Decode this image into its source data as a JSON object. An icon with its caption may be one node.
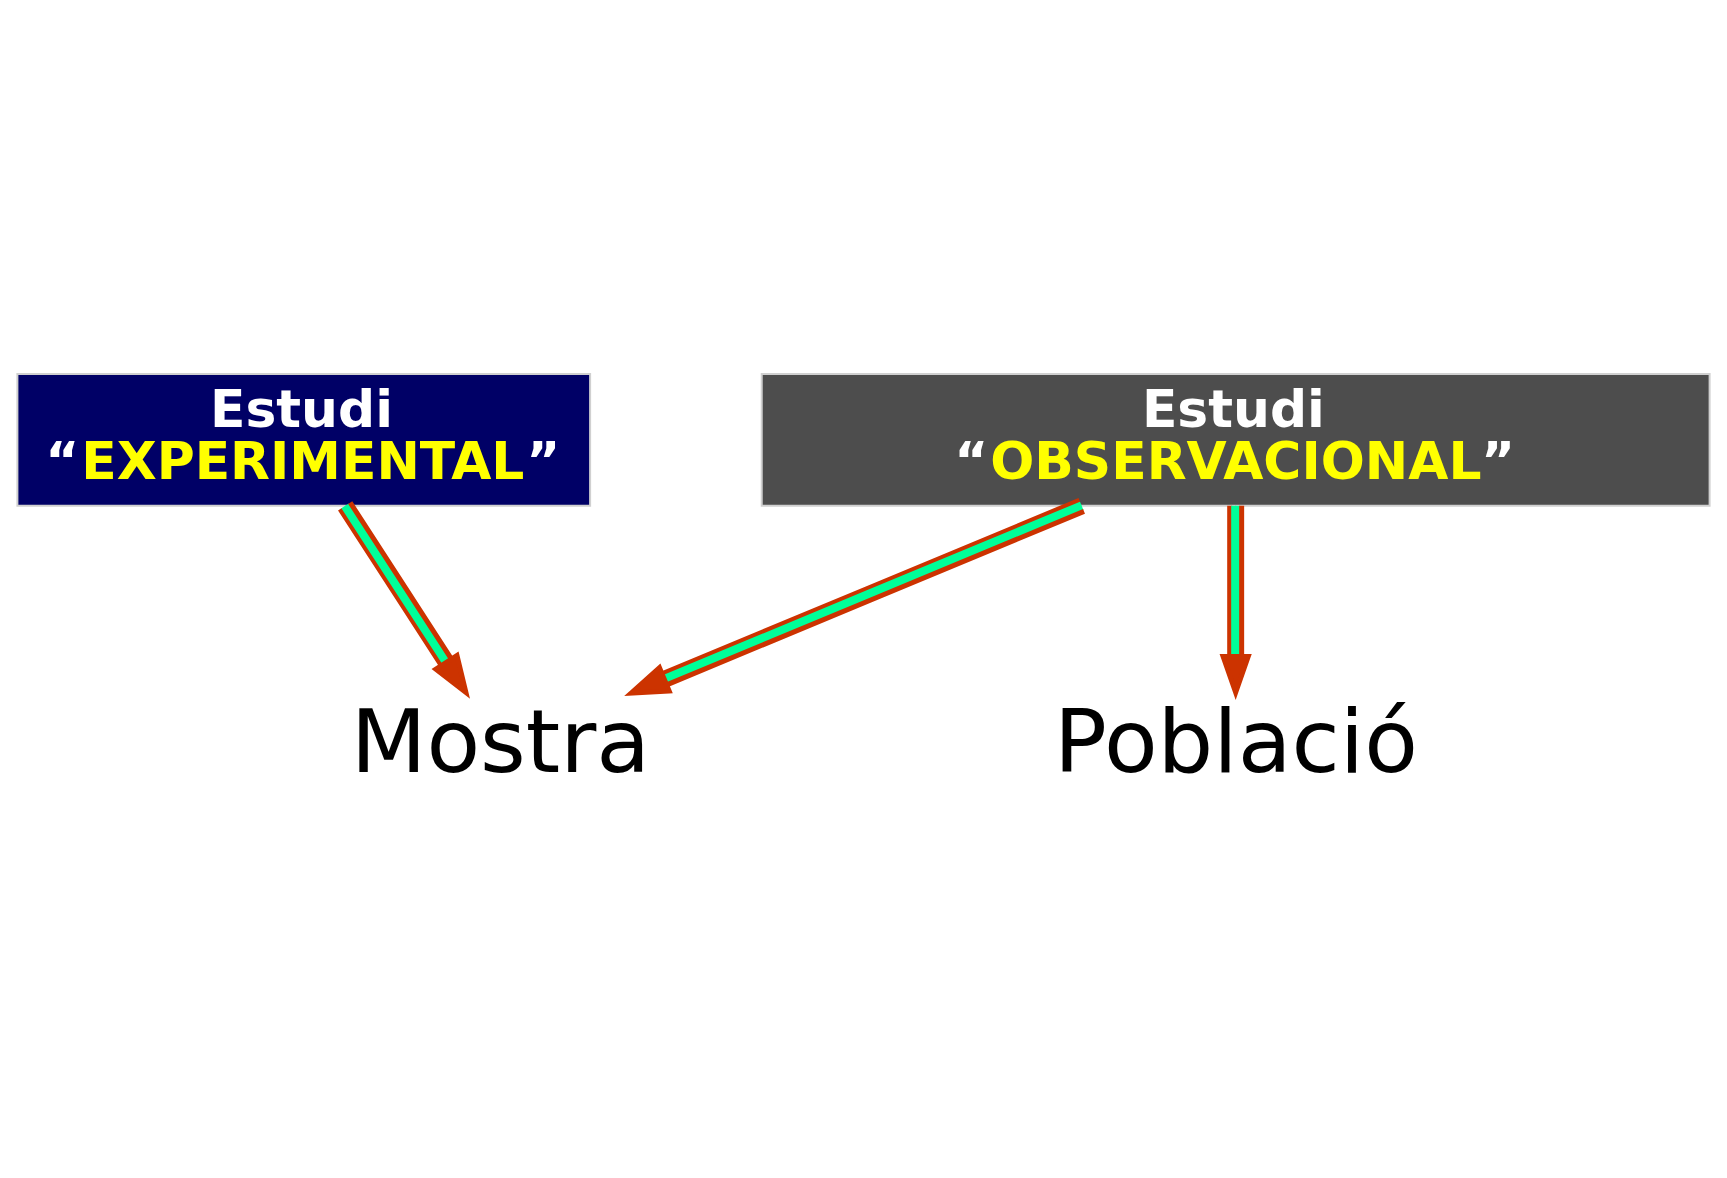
{
  "diagram": {
    "nodes": [
      {
        "text": [
          "Estudi",
          "“EXPERIMENTAL”"
        ]
      },
      {
        "text": [
          "Estudi",
          "“OBSERVACIONAL”"
        ]
      },
      {
        "text": [
          "Mostra"
        ]
      },
      {
        "text": [
          "Població"
        ]
      }
    ],
    "edges": [
      {
        "from": 0,
        "to": 2,
        "arrow": "to"
      },
      {
        "from": 1,
        "to": 2,
        "arrow": "to"
      },
      {
        "from": 1,
        "to": 3,
        "arrow": "to"
      }
    ]
  }
}
